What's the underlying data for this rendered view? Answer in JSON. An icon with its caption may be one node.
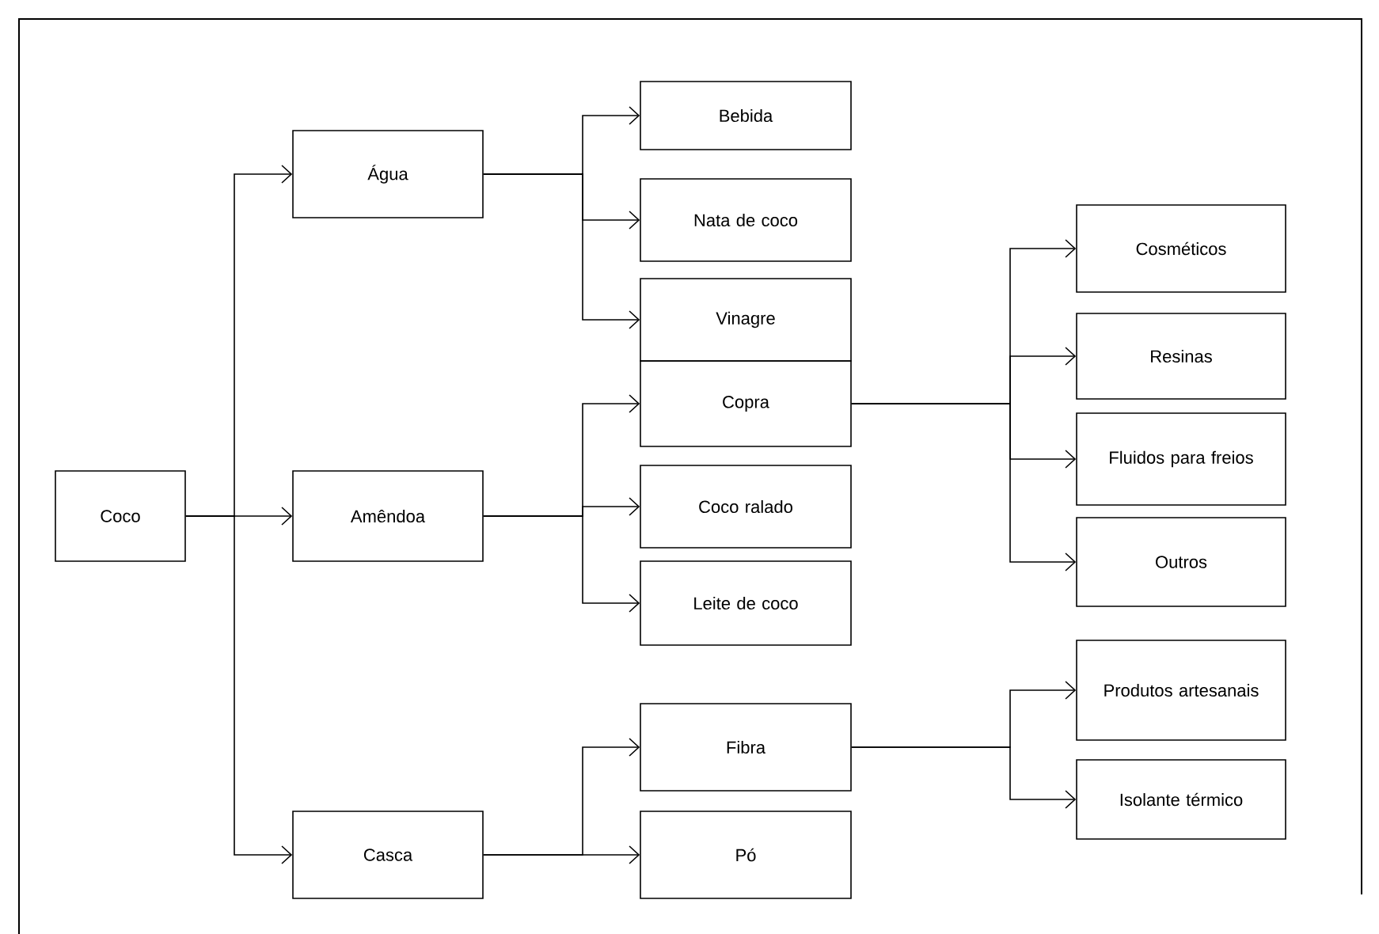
{
  "diagram": {
    "nodes": [
      {
        "text": [
          "Coco"
        ]
      },
      {
        "text": [
          "Água"
        ]
      },
      {
        "text": [
          "Amêndoa"
        ]
      },
      {
        "text": [
          "Casca"
        ]
      },
      {
        "text": [
          "Bebida"
        ]
      },
      {
        "text": [
          "Nata de coco"
        ]
      },
      {
        "text": [
          "Vinagre"
        ]
      },
      {
        "text": [
          "Copra"
        ]
      },
      {
        "text": [
          "Coco ralado"
        ]
      },
      {
        "text": [
          "Leite de coco"
        ]
      },
      {
        "text": [
          "Fibra"
        ]
      },
      {
        "text": [
          "Pó"
        ]
      },
      {
        "text": [
          "Cosméticos"
        ]
      },
      {
        "text": [
          "Resinas"
        ]
      },
      {
        "text": [
          "Fluidos para freios"
        ]
      },
      {
        "text": [
          "Outros"
        ]
      },
      {
        "text": [
          "Produtos artesanais"
        ]
      },
      {
        "text": [
          "Isolante térmico"
        ]
      }
    ],
    "edges": [
      {
        "from": 0,
        "to": 1,
        "arrow": "to"
      },
      {
        "from": 0,
        "to": 2,
        "arrow": "to"
      },
      {
        "from": 0,
        "to": 3,
        "arrow": "to"
      },
      {
        "from": 1,
        "to": 4,
        "arrow": "to"
      },
      {
        "from": 1,
        "to": 5,
        "arrow": "to"
      },
      {
        "from": 1,
        "to": 6,
        "arrow": "to"
      },
      {
        "from": 2,
        "to": 7,
        "arrow": "to"
      },
      {
        "from": 2,
        "to": 8,
        "arrow": "to"
      },
      {
        "from": 2,
        "to": 9,
        "arrow": "to"
      },
      {
        "from": 3,
        "to": 10,
        "arrow": "to"
      },
      {
        "from": 3,
        "to": 11,
        "arrow": "to"
      },
      {
        "from": 7,
        "to": 12,
        "arrow": "to"
      },
      {
        "from": 7,
        "to": 13,
        "arrow": "to"
      },
      {
        "from": 7,
        "to": 14,
        "arrow": "to"
      },
      {
        "from": 7,
        "to": 15,
        "arrow": "to"
      },
      {
        "from": 10,
        "to": 16,
        "arrow": "to"
      },
      {
        "from": 10,
        "to": 17,
        "arrow": "to"
      }
    ]
  }
}
